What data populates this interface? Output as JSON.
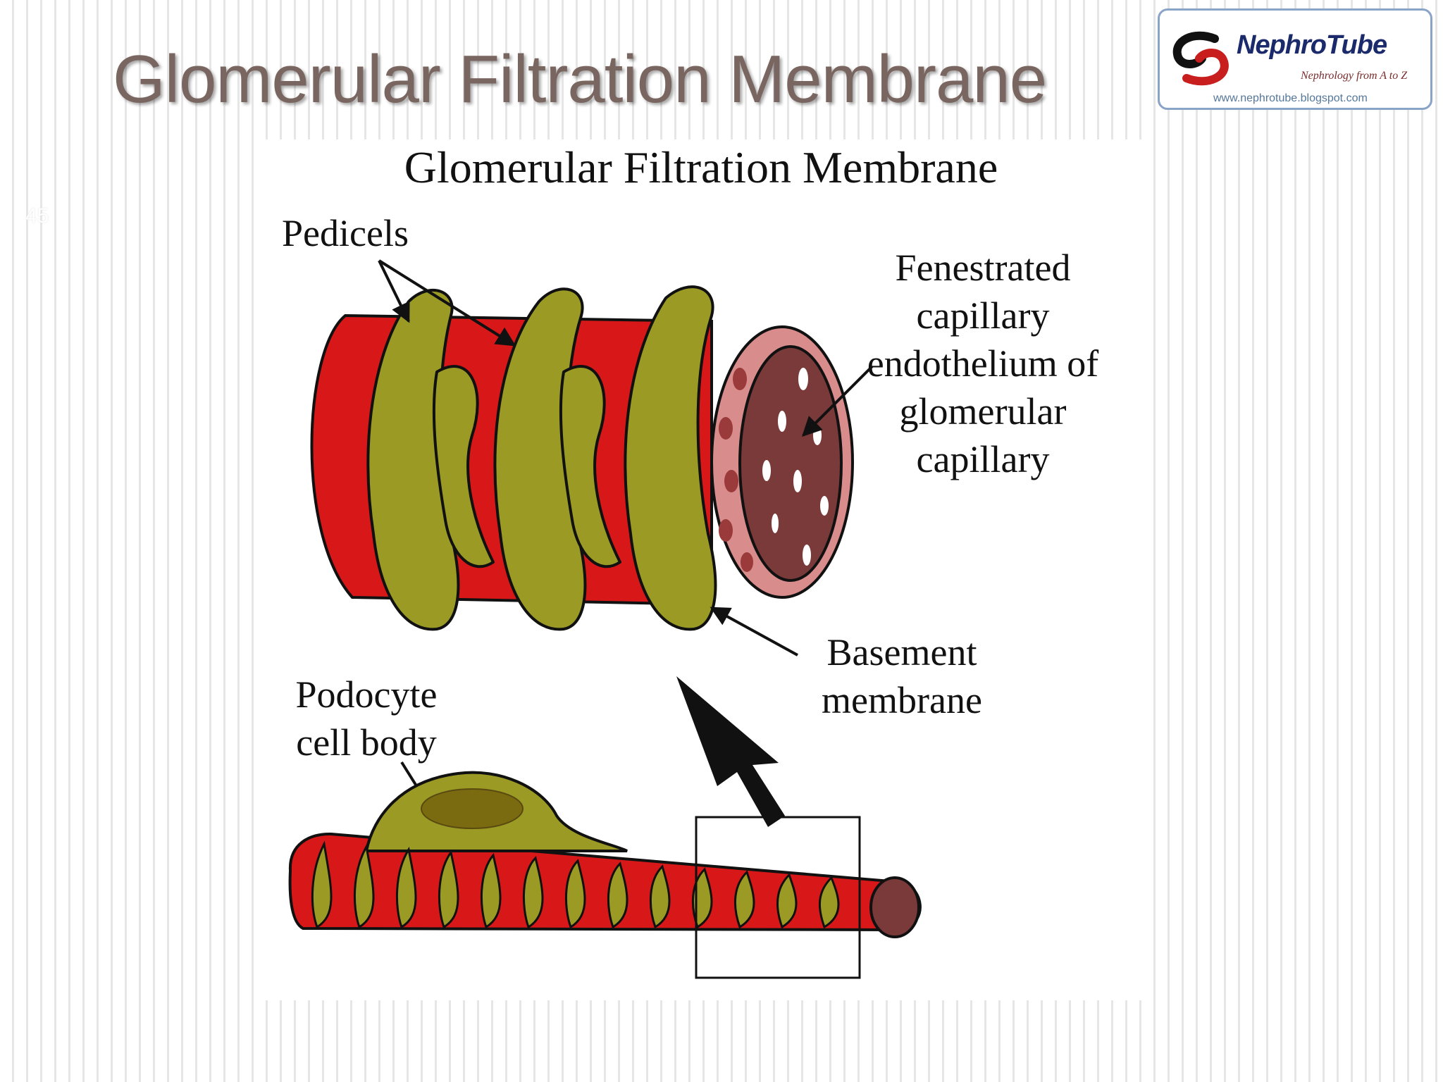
{
  "slide": {
    "title": "Glomerular Filtration Membrane",
    "number": "45"
  },
  "logo": {
    "name": "NephroTube",
    "tagline": "Nephrology from A to Z",
    "url": "www.nephrotube.blogspot.com"
  },
  "figure": {
    "title": "Glomerular Filtration Membrane",
    "labels": {
      "pedicels": "Pedicels",
      "endothelium": "Fenestrated capillary endothelium of glomerular capillary",
      "basement": "Basement membrane",
      "podocyte": "Podocyte cell body"
    }
  },
  "colors": {
    "capillary_red": "#d81818",
    "pedicel_olive": "#9a9a24",
    "endothelium_pink": "#d98c8c",
    "lumen_maroon": "#7a3a3a",
    "title_text": "#7a6660"
  }
}
